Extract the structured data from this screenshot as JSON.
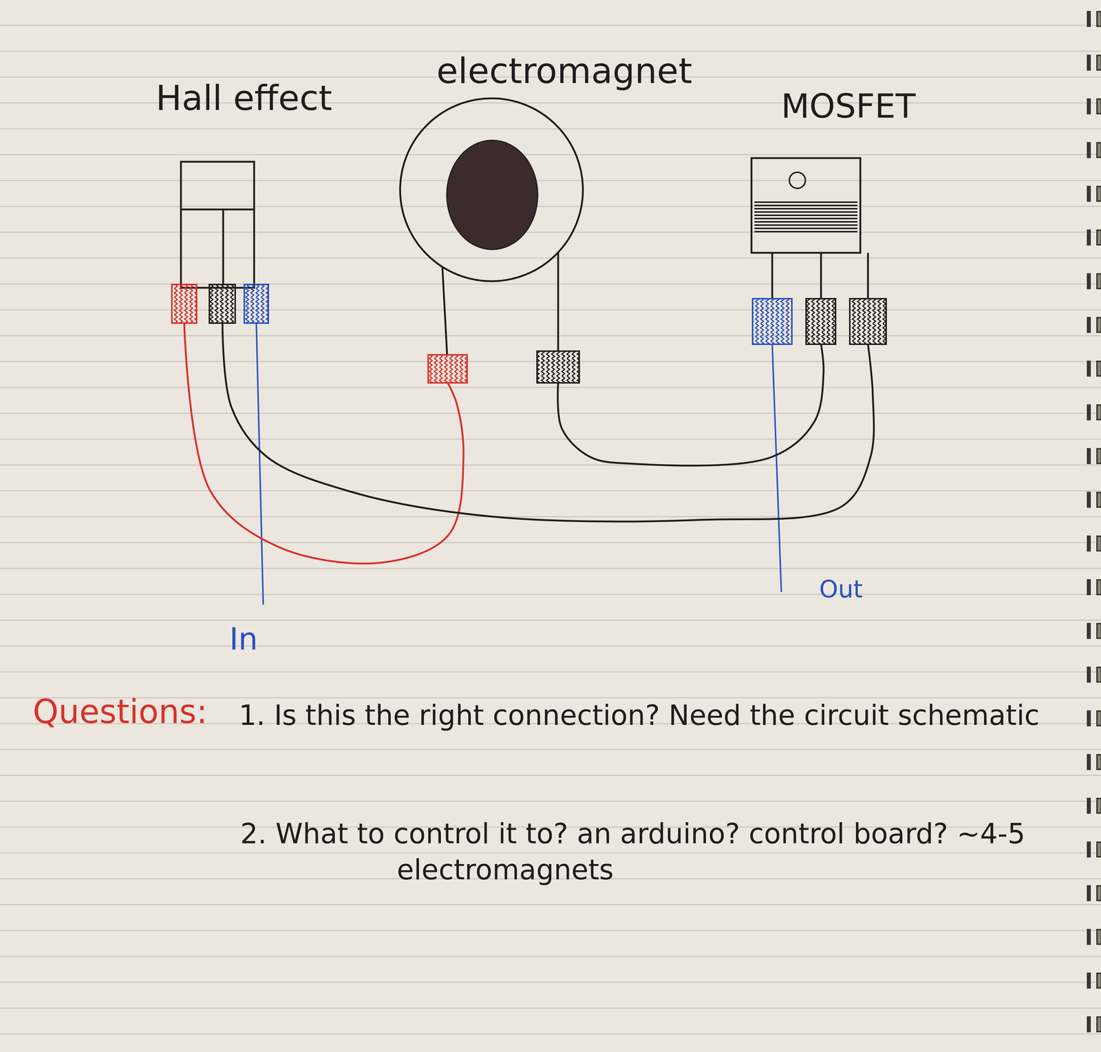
{
  "diagram": {
    "nodes": [
      {
        "text": [
          "Hall effect"
        ]
      },
      {
        "text": [
          "electromagnet"
        ]
      },
      {
        "text": [
          "MOSFET"
        ]
      }
    ],
    "edges": [
      {
        "from": 0,
        "to": 1,
        "arrow": "none"
      },
      {
        "from": 1,
        "to": 2,
        "arrow": "none"
      },
      {
        "from": 0,
        "to": 2,
        "arrow": "none"
      }
    ],
    "labels": [
      "In",
      "Out",
      "Questions:",
      "1. Is this the right connection? Need the circuit schematic",
      "2. What to control it to? an arduino? control board? ~4-5 electromagnets"
    ]
  }
}
